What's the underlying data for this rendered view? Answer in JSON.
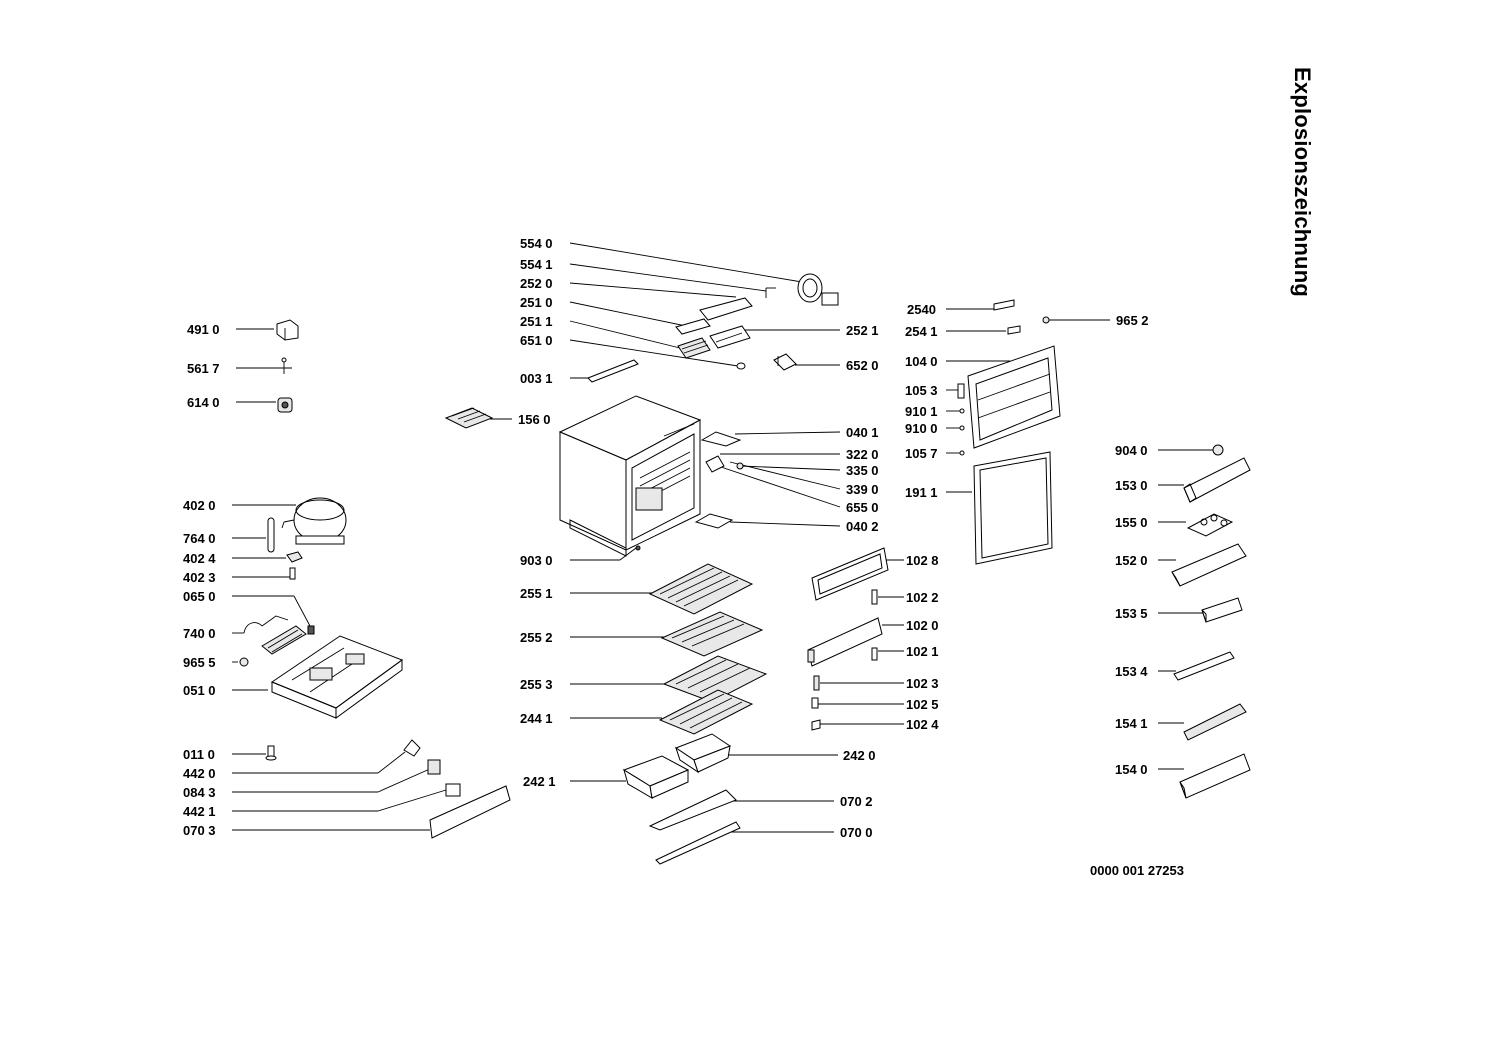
{
  "page": {
    "title": "Explosionszeichnung",
    "document_number": "0000 001 27253"
  },
  "labels": {
    "l5540": "554 0",
    "l5541": "554 1",
    "l2520": "252 0",
    "l2510": "251 0",
    "l2511": "251 1",
    "l6510": "651 0",
    "l0031": "003 1",
    "l1560": "156 0",
    "l2521": "252 1",
    "l6520": "652 0",
    "l4910": "491 0",
    "l5617": "561 7",
    "l6140": "614 0",
    "l4020": "402 0",
    "l7640": "764 0",
    "l4024": "402 4",
    "l4023": "402 3",
    "l0650": "065 0",
    "l7400": "740 0",
    "l9655": "965 5",
    "l0510": "051 0",
    "l0110": "011 0",
    "l4420": "442 0",
    "l0843": "084 3",
    "l4421": "442 1",
    "l0703": "070 3",
    "l0401": "040 1",
    "l3220": "322 0",
    "l3350": "335 0",
    "l3390": "339 0",
    "l6550": "655 0",
    "l0402": "040 2",
    "l9030": "903 0",
    "l2551": "255 1",
    "l2552": "255 2",
    "l2553": "255 3",
    "l2441": "244 1",
    "l2421": "242 1",
    "l2420": "242 0",
    "l0702": "070 2",
    "l0700": "070 0",
    "l2540": "2540",
    "l2541": "254 1",
    "l9652": "965 2",
    "l1040": "104 0",
    "l1053": "105 3",
    "l9101": "910 1",
    "l9100": "910 0",
    "l1057": "105 7",
    "l1911": "191 1",
    "l1028": "102 8",
    "l1022": "102 2",
    "l1020": "102 0",
    "l1021": "102 1",
    "l1023": "102 3",
    "l1025": "102 5",
    "l1024": "102 4",
    "l9040": "904 0",
    "l1530": "153 0",
    "l1550": "155 0",
    "l1520": "152 0",
    "l1535": "153 5",
    "l1534": "153 4",
    "l1541": "154 1",
    "l1540": "154 0"
  }
}
